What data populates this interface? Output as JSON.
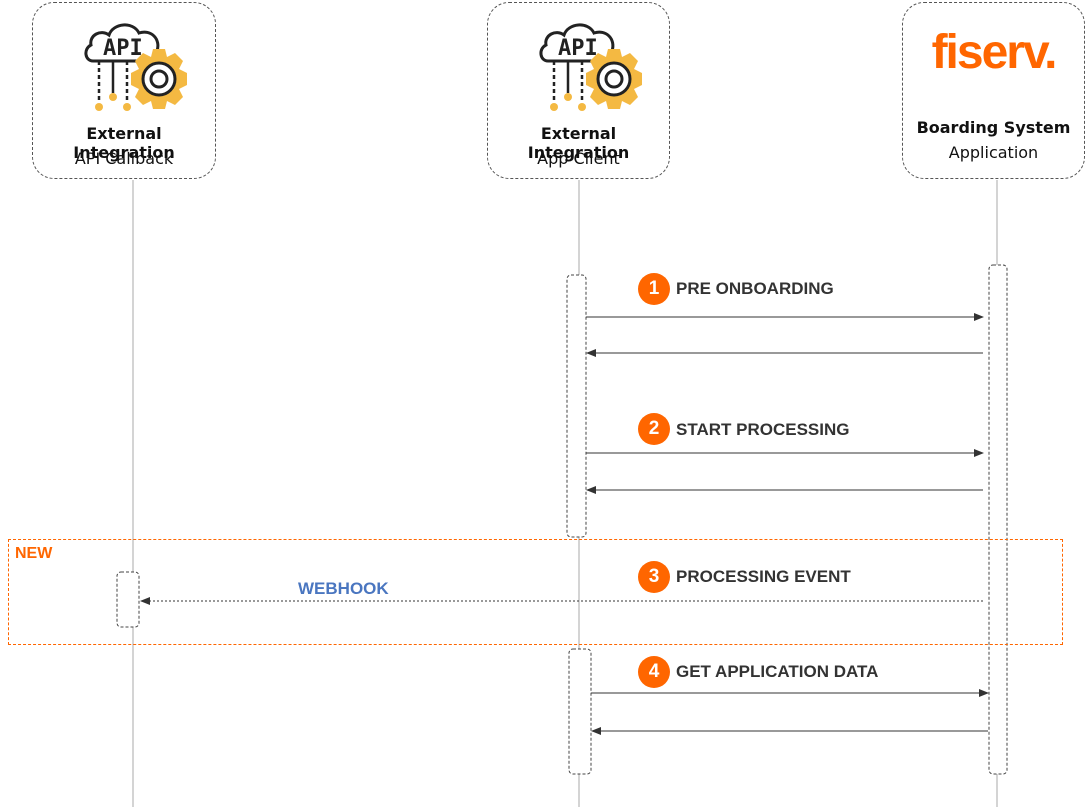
{
  "actors": {
    "callback": {
      "title": "External Integration",
      "subtitle": "API Callback",
      "icon": "api-cloud-gear-icon"
    },
    "client": {
      "title": "External Integration",
      "subtitle": "App Client",
      "icon": "api-cloud-gear-icon"
    },
    "boarding": {
      "logo": "fiserv.",
      "title": "Boarding System",
      "subtitle": "Application"
    }
  },
  "region": {
    "label": "NEW",
    "color": "#ff6600"
  },
  "steps": [
    {
      "number": "1",
      "label": "PRE ONBOARDING"
    },
    {
      "number": "2",
      "label": "START PROCESSING"
    },
    {
      "number": "3",
      "label": "PROCESSING EVENT",
      "message": "WEBHOOK"
    },
    {
      "number": "4",
      "label": "GET APPLICATION DATA"
    }
  ],
  "colors": {
    "accent": "#ff6600",
    "webhook": "#4a76c0",
    "icon_gear": "#f4b942",
    "line": "#333333"
  }
}
